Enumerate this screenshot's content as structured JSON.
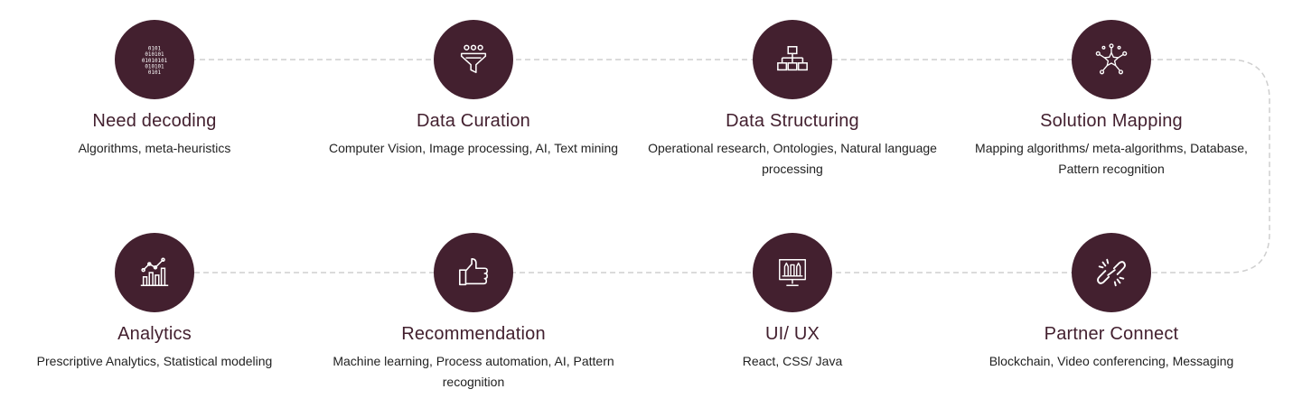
{
  "colors": {
    "circle": "#43202f",
    "title": "#43202f",
    "text": "#222222",
    "connector": "#cfcfcf"
  },
  "steps_row1": [
    {
      "title": "Need decoding",
      "desc": "Algorithms, meta-heuristics",
      "icon": "binary-code-icon"
    },
    {
      "title": "Data Curation",
      "desc": "Computer Vision, Image processing, AI, Text mining",
      "icon": "funnel-icon"
    },
    {
      "title": "Data Structuring",
      "desc": "Operational research, Ontologies, Natural language processing",
      "icon": "hierarchy-icon"
    },
    {
      "title": "Solution Mapping",
      "desc": "Mapping algorithms/ meta-algorithms, Database, Pattern recognition",
      "icon": "network-star-icon"
    }
  ],
  "steps_row2": [
    {
      "title": "Analytics",
      "desc": "Prescriptive Analytics, Statistical modeling",
      "icon": "bar-chart-icon"
    },
    {
      "title": "Recommendation",
      "desc": "Machine learning, Process automation, AI, Pattern recognition",
      "icon": "thumbs-up-icon"
    },
    {
      "title": "UI/ UX",
      "desc": "React, CSS/ Java",
      "icon": "monitor-design-icon"
    },
    {
      "title": "Partner Connect",
      "desc": "Blockchain, Video conferencing, Messaging",
      "icon": "broken-link-icon"
    }
  ]
}
